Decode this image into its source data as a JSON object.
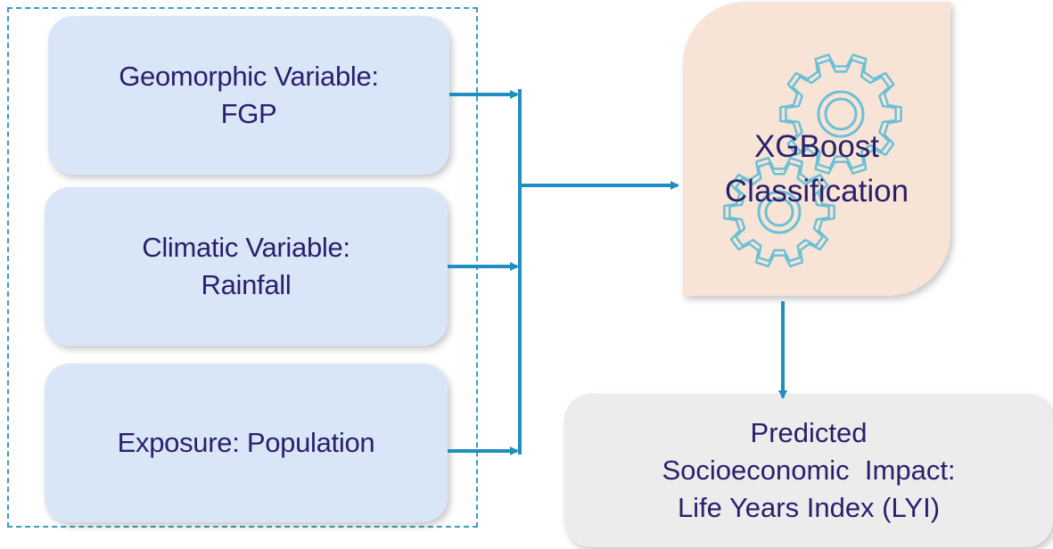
{
  "inputs": [
    {
      "line1": "Geomorphic Variable:",
      "line2": "FGP"
    },
    {
      "line1": "Climatic Variable:",
      "line2": "Rainfall"
    },
    {
      "line1": "Exposure: Population",
      "line2": ""
    }
  ],
  "model": {
    "line1": "XGBoost",
    "line2": "Classification",
    "icon": "gears-icon"
  },
  "output": {
    "line1": "Predicted",
    "line2": "Socioeconomic  Impact:",
    "line3": "Life Years Index (LYI)"
  },
  "colors": {
    "input_fill": "#d9e6f8",
    "model_fill": "#f8e4d6",
    "output_fill": "#ececec",
    "text": "#2a1f6b",
    "arrow": "#1f8ec0",
    "gear": "#6cc0d6"
  }
}
